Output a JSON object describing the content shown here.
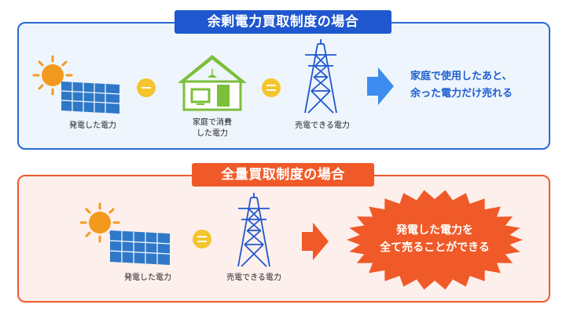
{
  "surplus": {
    "title": "余剰電力買取制度の場合",
    "generated_label": "発電した電力",
    "home_use_label_line1": "家庭で消費",
    "home_use_label_line2": "した電力",
    "sold_label": "売電できる電力",
    "result_line1": "家庭で使用したあと、",
    "result_line2": "余った電力だけ売れる",
    "minus_icon": "minus-icon",
    "equals_icon": "equals-icon"
  },
  "full": {
    "title": "全量買取制度の場合",
    "generated_label": "発電した電力",
    "sold_label": "売電できる電力",
    "result_line1": "発電した電力を",
    "result_line2": "全て売ることができる",
    "equals_icon": "equals-icon"
  },
  "colors": {
    "surplus_accent": "#1f57cf",
    "full_accent": "#f05a28",
    "house_green": "#7bbf3a",
    "sun_orange": "#f39a1e",
    "operator_yellow": "#f4c52c"
  }
}
